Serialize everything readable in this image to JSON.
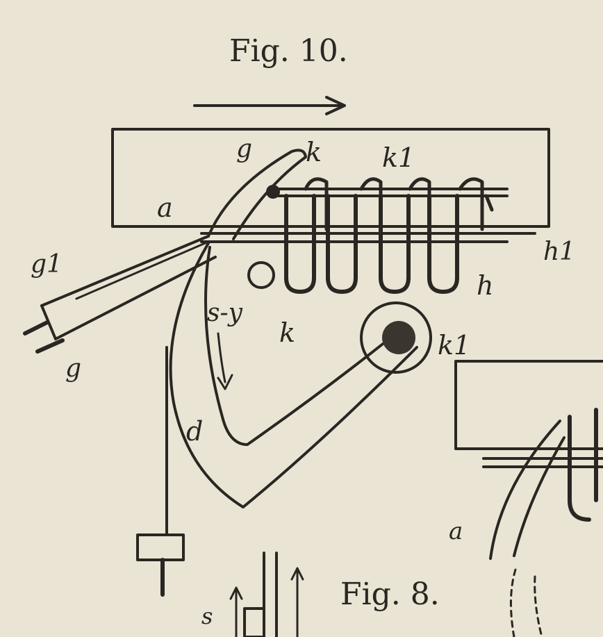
{
  "figures": {
    "fig10_title": "Fig. 10.",
    "fig8_title": "Fig. 8."
  },
  "labels": {
    "g": "g",
    "k": "k",
    "k1_top": "k1",
    "a_upper": "a",
    "h1": "h1",
    "g1": "g1",
    "g_lower": "g",
    "s_y": "s-y",
    "h": "h",
    "k_lower": "k",
    "k1_lower": "k1",
    "d": "d",
    "a_fig8": "a",
    "s_fig8": "s"
  },
  "colors": {
    "paper": "#e9e4d4",
    "ink": "#2a2622"
  }
}
